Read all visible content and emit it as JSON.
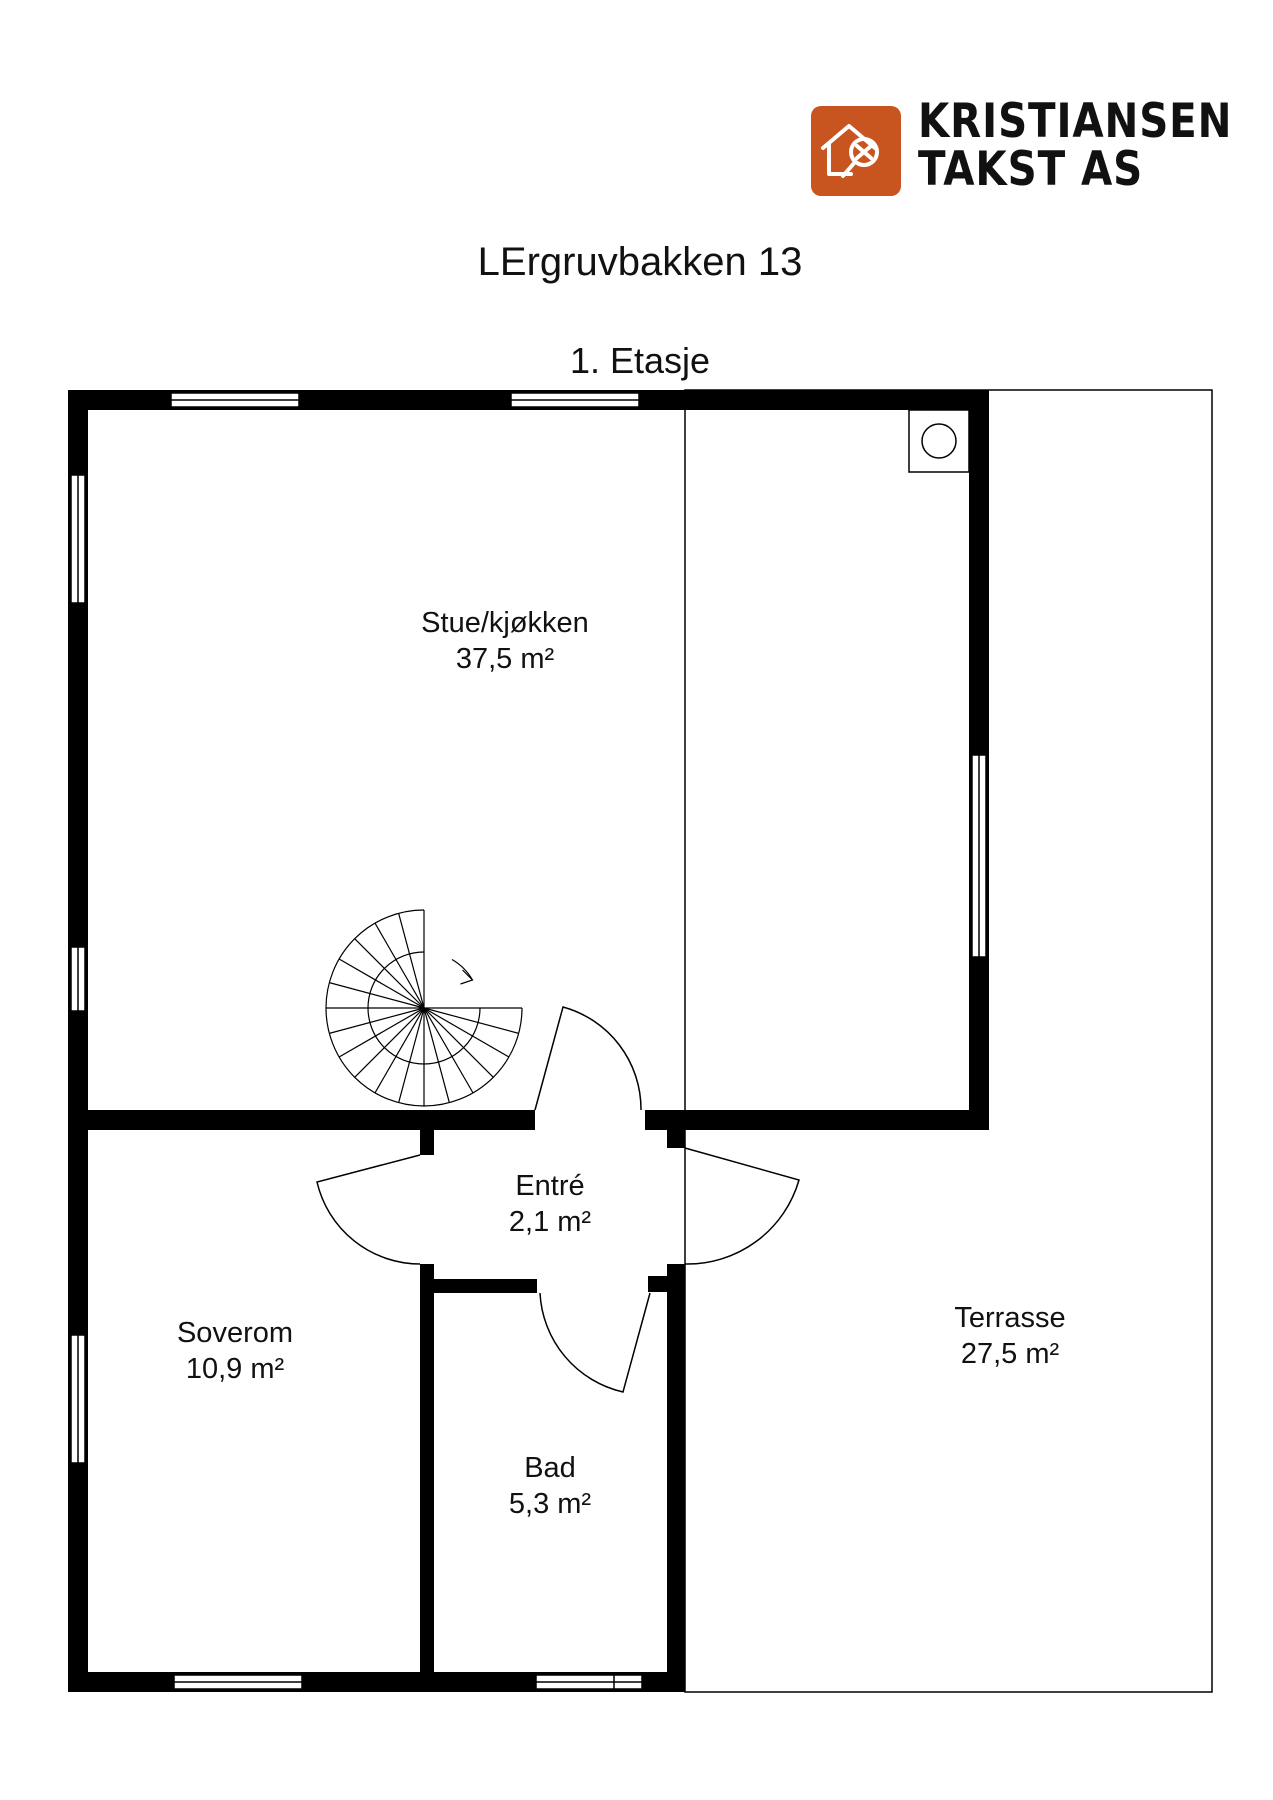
{
  "brand": {
    "line1": "KRISTIANSEN",
    "line2": "TAKST AS",
    "logo_color": "#c8541f",
    "logo_icon": "house-magnifier-icon"
  },
  "address": "LErgruvbakken 13",
  "floor_label": "1. Etasje",
  "rooms": [
    {
      "id": "stue",
      "name": "Stue/kjøkken",
      "area": "37,5 m²"
    },
    {
      "id": "entre",
      "name": "Entré",
      "area": "2,1 m²"
    },
    {
      "id": "soverom",
      "name": "Soverom",
      "area": "10,9 m²"
    },
    {
      "id": "bad",
      "name": "Bad",
      "area": "5,3 m²"
    },
    {
      "id": "terrasse",
      "name": "Terrasse",
      "area": "27,5 m²"
    }
  ],
  "colors": {
    "wall": "#000000",
    "background": "#ffffff"
  }
}
